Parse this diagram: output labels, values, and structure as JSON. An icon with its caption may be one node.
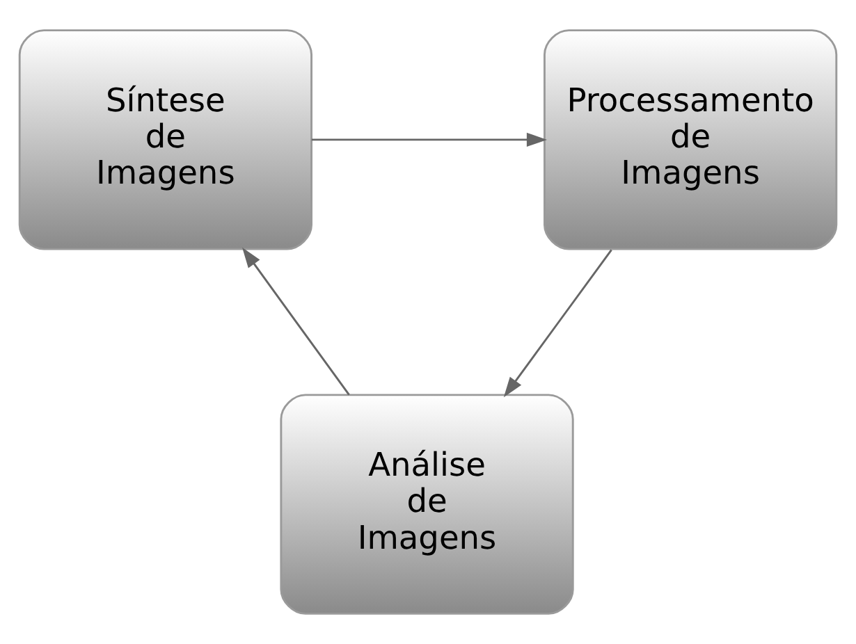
{
  "diagram": {
    "nodes": [
      {
        "text": [
          "Síntese de Imagens"
        ]
      },
      {
        "text": [
          "Processamento de Imagens"
        ]
      },
      {
        "text": [
          "Análise de Imagens"
        ]
      }
    ],
    "edges": [
      {
        "from": 0,
        "to": 1,
        "arrow": "to"
      },
      {
        "from": 1,
        "to": 2,
        "arrow": "to"
      },
      {
        "from": 2,
        "to": 0,
        "arrow": "to"
      }
    ]
  }
}
